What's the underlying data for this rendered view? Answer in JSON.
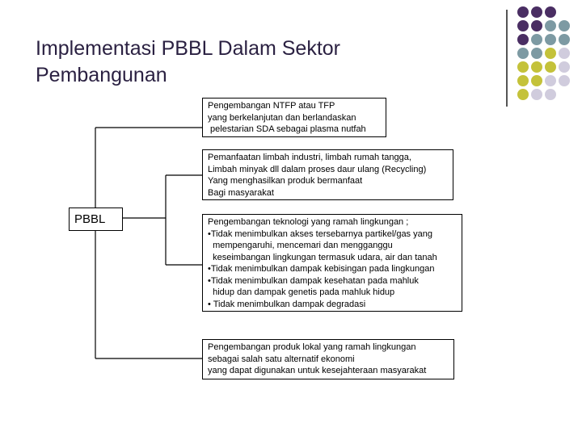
{
  "title": {
    "line1": "Implementasi PBBL Dalam Sektor",
    "line2": "Pembangunan"
  },
  "colors": {
    "purple": "#4a2e63",
    "teal": "#7d9aa3",
    "olive": "#c4c23a",
    "lavender": "#d0ccdd"
  },
  "decor_grid": [
    [
      "purple",
      "purple",
      "purple",
      "none"
    ],
    [
      "purple",
      "purple",
      "teal",
      "teal"
    ],
    [
      "purple",
      "teal",
      "teal",
      "teal"
    ],
    [
      "teal",
      "teal",
      "olive",
      "lavender"
    ],
    [
      "olive",
      "olive",
      "olive",
      "lavender"
    ],
    [
      "olive",
      "olive",
      "lavender",
      "lavender"
    ],
    [
      "olive",
      "lavender",
      "lavender",
      "none"
    ]
  ],
  "root": {
    "label": "PBBL"
  },
  "branches": [
    {
      "lines": [
        "Pengembangan NTFP atau TFP",
        "yang berkelanjutan dan berlandaskan",
        " pelestarian SDA sebagai plasma nutfah"
      ]
    },
    {
      "lines": [
        "Pemanfaatan limbah industri, limbah rumah tangga,",
        "Limbah minyak dll dalam proses daur ulang (Recycling)",
        "Yang menghasilkan produk bermanfaat",
        "Bagi masyarakat"
      ]
    },
    {
      "lines": [
        "Pengembangan teknologi yang ramah lingkungan ;",
        "•Tidak menimbulkan akses tersebarnya partikel/gas yang",
        "  mempengaruhi, mencemari dan mengganggu",
        "  keseimbangan lingkungan termasuk udara, air dan tanah",
        "•Tidak menimbulkan dampak kebisingan pada lingkungan",
        "•Tidak menimbulkan dampak kesehatan pada mahluk",
        "  hidup dan dampak genetis pada mahluk hidup",
        "• Tidak menimbulkan dampak degradasi"
      ]
    },
    {
      "lines": [
        "Pengembangan produk lokal yang ramah lingkungan",
        "sebagai salah satu alternatif ekonomi",
        "yang dapat digunakan untuk kesejahteraan masyarakat"
      ]
    }
  ]
}
